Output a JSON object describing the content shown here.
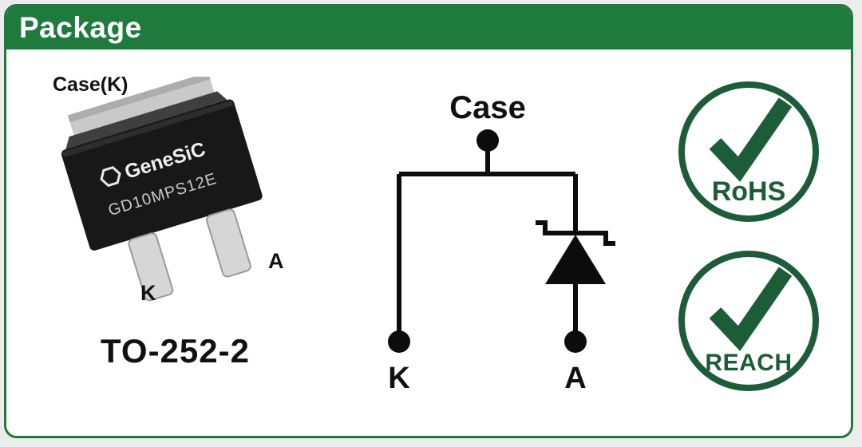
{
  "header": {
    "title": "Package"
  },
  "package_view": {
    "case_label": "Case(K)",
    "pin_k_label": "K",
    "pin_a_label": "A",
    "package_name": "TO-252-2",
    "chip_brand": "GeneSiC",
    "chip_part_number": "GD10MPS12E"
  },
  "schematic": {
    "case_label": "Case",
    "k_label": "K",
    "a_label": "A"
  },
  "badges": [
    {
      "label": "RoHS"
    },
    {
      "label": "REACH"
    }
  ],
  "colors": {
    "accent_green": "#1e7a3d",
    "badge_green": "#1d5c39",
    "line_black": "#0c0c0c"
  }
}
